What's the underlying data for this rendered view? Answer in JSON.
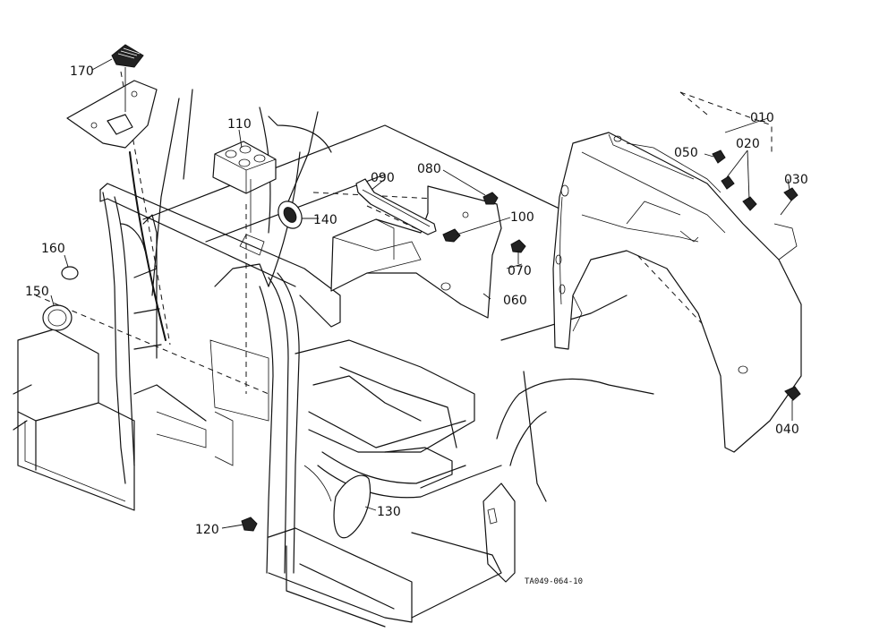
{
  "diagram": {
    "drawing_code": "TA049-064-10",
    "part_labels": {
      "p010": "010",
      "p020": "020",
      "p030": "030",
      "p040": "040",
      "p050": "050",
      "p060": "060",
      "p070": "070",
      "p080": "080",
      "p090": "090",
      "p100": "100",
      "p110": "110",
      "p120": "120",
      "p130": "130",
      "p140": "140",
      "p150": "150",
      "p160": "160",
      "p170": "170"
    }
  }
}
